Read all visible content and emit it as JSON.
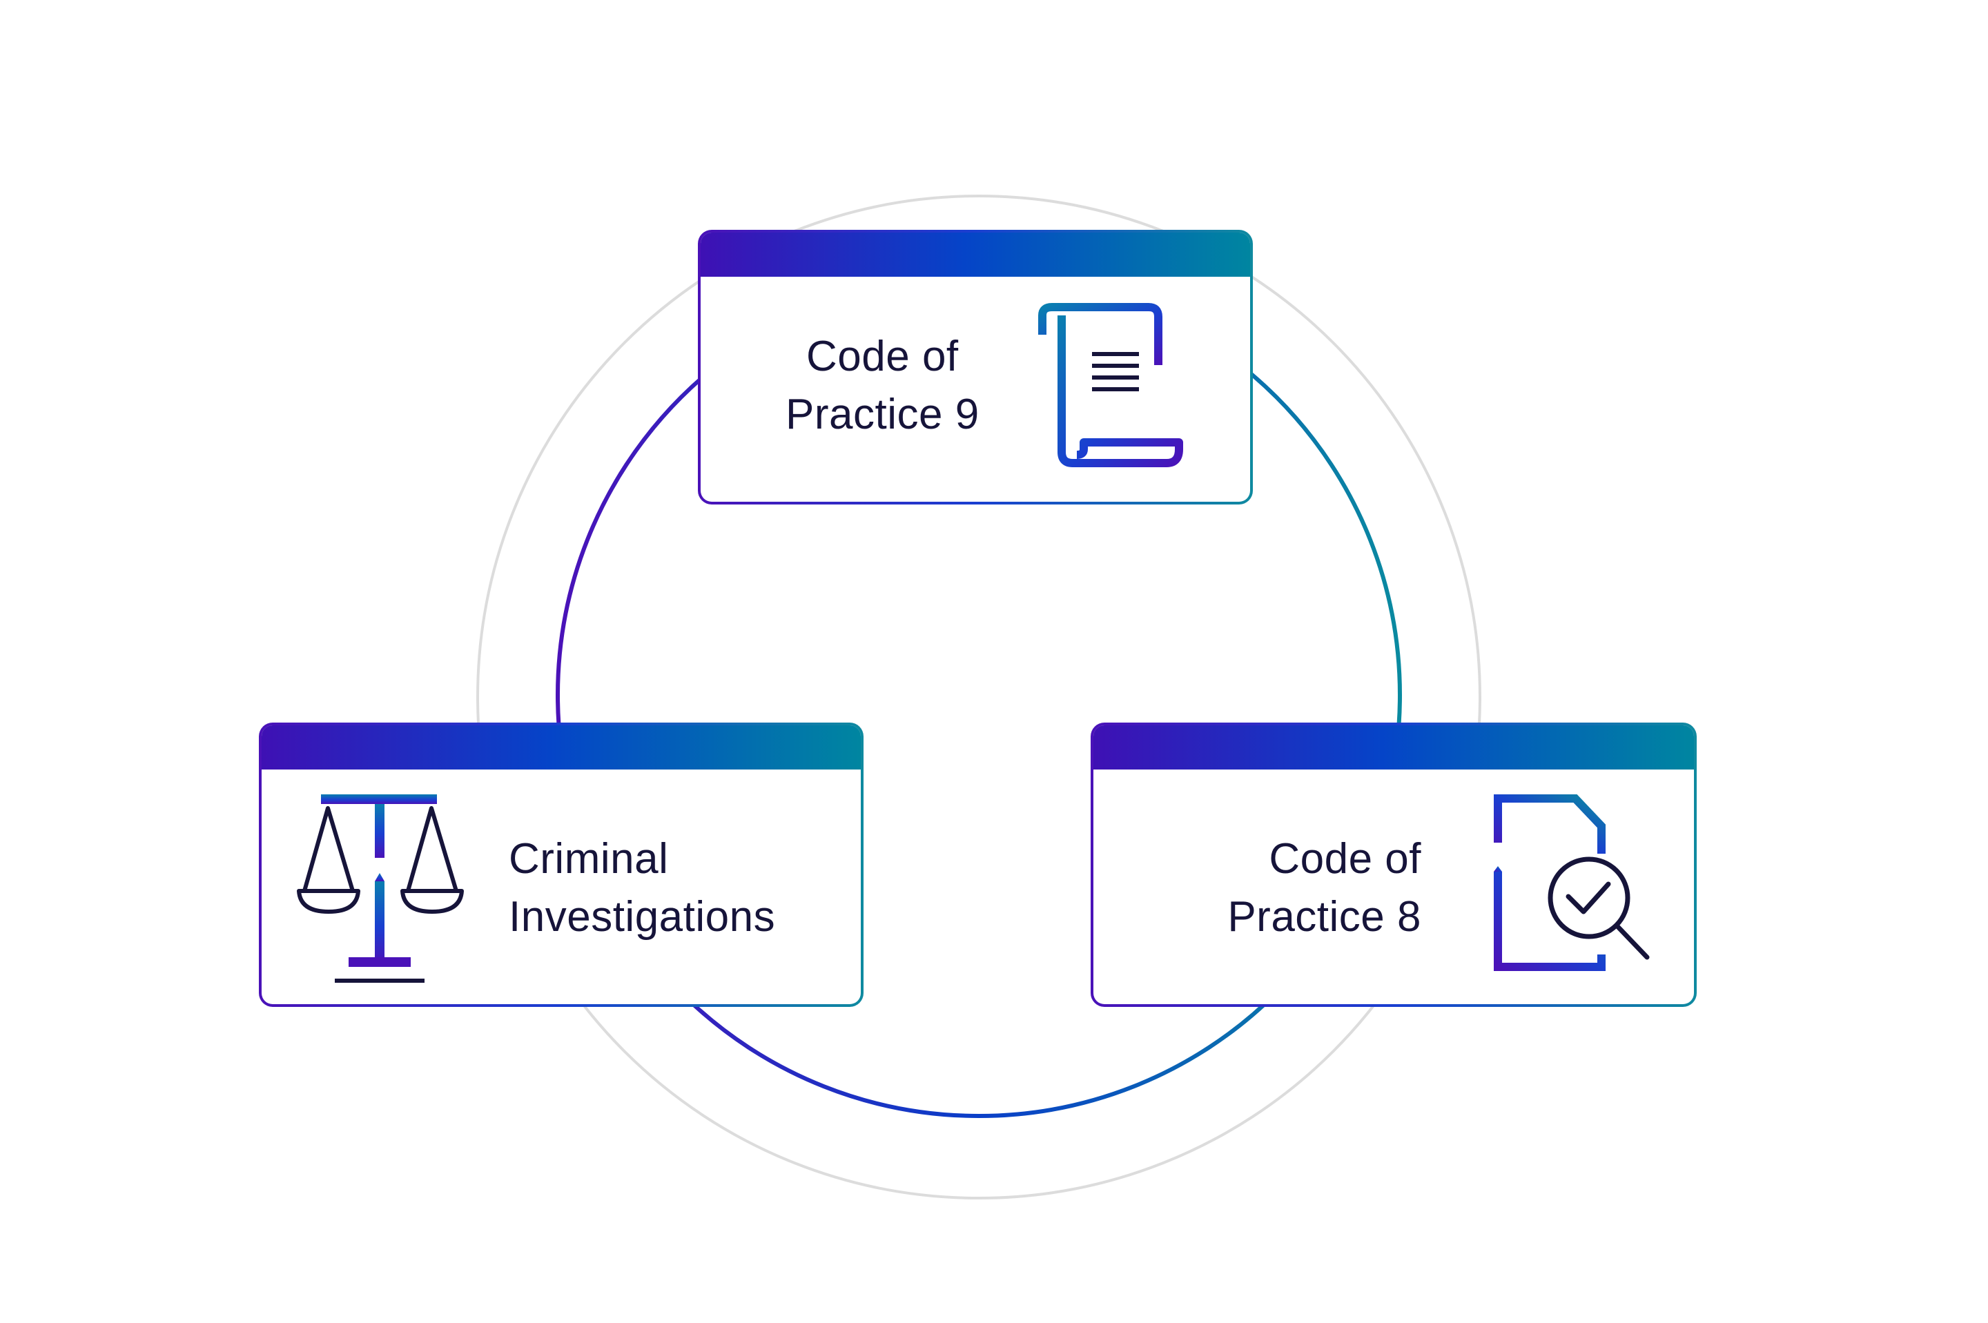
{
  "diagram": {
    "nodes": [
      {
        "id": "cop9",
        "lines": [
          "Code of",
          "Practice 9"
        ],
        "icon": "scroll-document-icon"
      },
      {
        "id": "criminal",
        "lines": [
          "Criminal",
          "Investigations"
        ],
        "icon": "scales-of-justice-icon"
      },
      {
        "id": "cop8",
        "lines": [
          "Code of",
          "Practice 8"
        ],
        "icon": "document-magnifier-check-icon"
      }
    ],
    "connection": "cycle"
  },
  "colors": {
    "purple": "#4a12b8",
    "blue": "#0544c8",
    "teal": "#0086a0",
    "text": "#16143a",
    "outer_ring": "#dcdcdc"
  }
}
